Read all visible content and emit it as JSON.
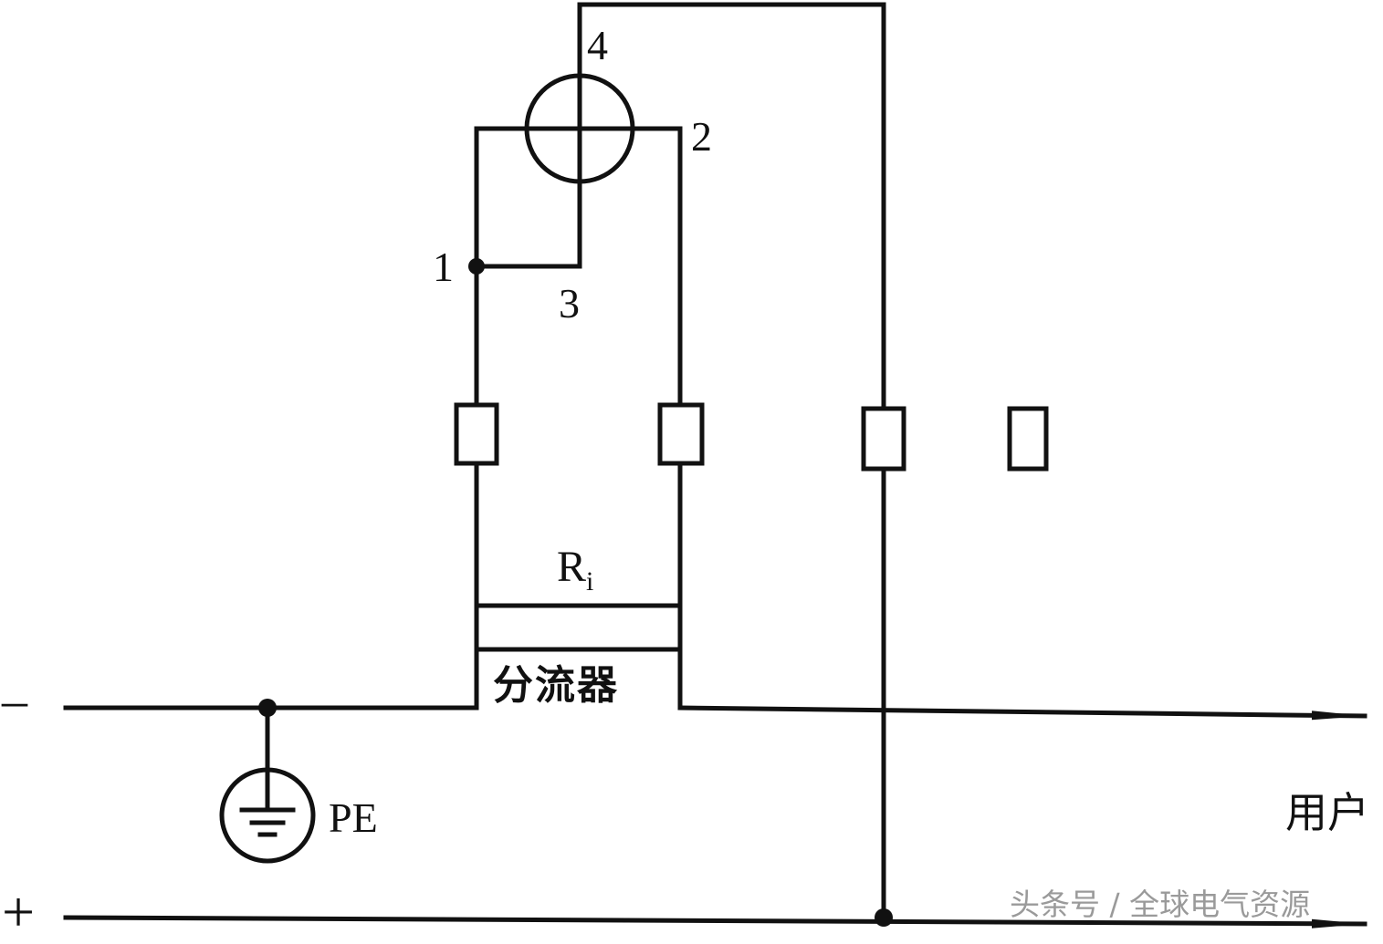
{
  "diagram": {
    "terminals": {
      "t1": "1",
      "t2": "2",
      "t3": "3",
      "t4": "4"
    },
    "resistor_label": "R",
    "resistor_subscript": "i",
    "shunt_label": "分流器",
    "pe_label": "PE",
    "user_label": "用户",
    "negative_sign": "–",
    "positive_sign": "+",
    "watermark": "头条号 / 全球电气资源"
  },
  "colors": {
    "line": "#111111",
    "background": "#ffffff",
    "watermark": "#9a9a9a"
  }
}
